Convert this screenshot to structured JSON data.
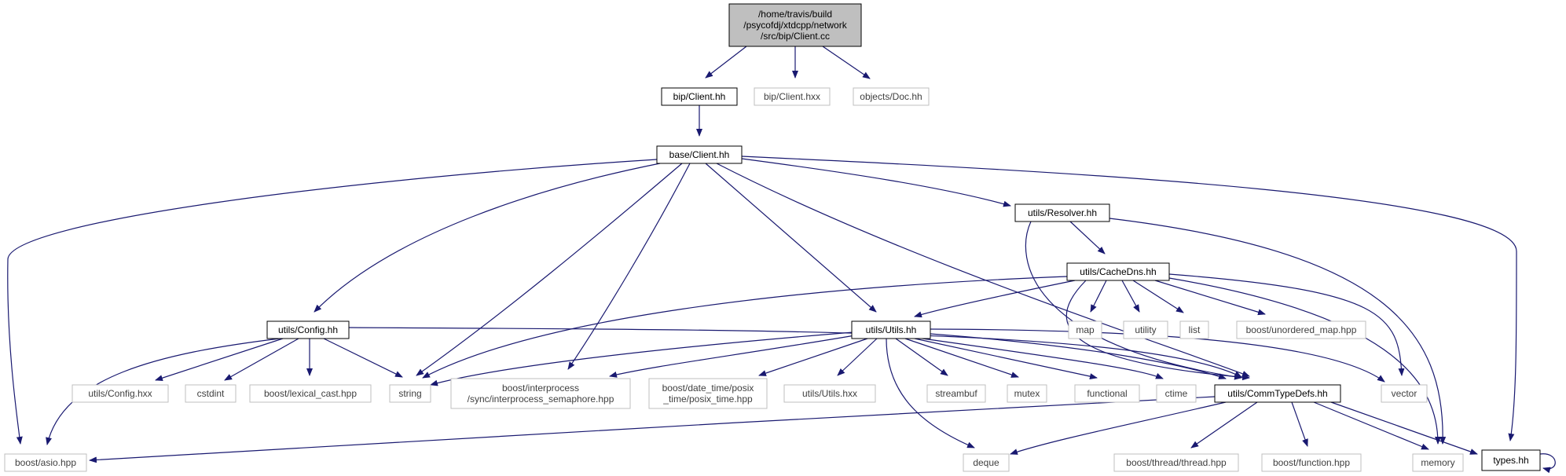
{
  "colors": {
    "edge": "#191970",
    "root_fill": "#bfbfbf",
    "solid_border": "#000000",
    "external_border": "#bfbfbf",
    "external_text": "#3f3f3f",
    "text": "#000000"
  },
  "nodes": {
    "client_cc": {
      "lines": [
        "/home/travis/build",
        "/psycofdj/xtdcpp/network",
        "/src/bip/Client.cc"
      ],
      "kind": "root"
    },
    "bip_client_hh": {
      "lines": [
        "bip/Client.hh"
      ],
      "kind": "documented"
    },
    "bip_client_hxx": {
      "lines": [
        "bip/Client.hxx"
      ],
      "kind": "external"
    },
    "objects_doc_hh": {
      "lines": [
        "objects/Doc.hh"
      ],
      "kind": "external"
    },
    "base_client_hh": {
      "lines": [
        "base/Client.hh"
      ],
      "kind": "documented"
    },
    "utils_resolver_hh": {
      "lines": [
        "utils/Resolver.hh"
      ],
      "kind": "documented"
    },
    "utils_cachedns_hh": {
      "lines": [
        "utils/CacheDns.hh"
      ],
      "kind": "documented"
    },
    "utils_config_hh": {
      "lines": [
        "utils/Config.hh"
      ],
      "kind": "documented"
    },
    "utils_utils_hh": {
      "lines": [
        "utils/Utils.hh"
      ],
      "kind": "documented"
    },
    "utils_commtypedefs_hh": {
      "lines": [
        "utils/CommTypeDefs.hh"
      ],
      "kind": "documented"
    },
    "types_hh": {
      "lines": [
        "types.hh"
      ],
      "kind": "documented"
    },
    "map": {
      "lines": [
        "map"
      ],
      "kind": "external"
    },
    "utility": {
      "lines": [
        "utility"
      ],
      "kind": "external"
    },
    "list": {
      "lines": [
        "list"
      ],
      "kind": "external"
    },
    "boost_unordered_map": {
      "lines": [
        "boost/unordered_map.hpp"
      ],
      "kind": "external"
    },
    "utils_config_hxx": {
      "lines": [
        "utils/Config.hxx"
      ],
      "kind": "external"
    },
    "cstdint": {
      "lines": [
        "cstdint"
      ],
      "kind": "external"
    },
    "boost_lexical_cast": {
      "lines": [
        "boost/lexical_cast.hpp"
      ],
      "kind": "external"
    },
    "string": {
      "lines": [
        "string"
      ],
      "kind": "external"
    },
    "boost_interprocess": {
      "lines": [
        "boost/interprocess",
        "/sync/interprocess_semaphore.hpp"
      ],
      "kind": "external"
    },
    "boost_date_time": {
      "lines": [
        "boost/date_time/posix",
        "_time/posix_time.hpp"
      ],
      "kind": "external"
    },
    "utils_utils_hxx": {
      "lines": [
        "utils/Utils.hxx"
      ],
      "kind": "external"
    },
    "streambuf": {
      "lines": [
        "streambuf"
      ],
      "kind": "external"
    },
    "mutex": {
      "lines": [
        "mutex"
      ],
      "kind": "external"
    },
    "functional": {
      "lines": [
        "functional"
      ],
      "kind": "external"
    },
    "ctime": {
      "lines": [
        "ctime"
      ],
      "kind": "external"
    },
    "vector": {
      "lines": [
        "vector"
      ],
      "kind": "external"
    },
    "boost_asio": {
      "lines": [
        "boost/asio.hpp"
      ],
      "kind": "external"
    },
    "deque": {
      "lines": [
        "deque"
      ],
      "kind": "external"
    },
    "boost_thread": {
      "lines": [
        "boost/thread/thread.hpp"
      ],
      "kind": "external"
    },
    "boost_function": {
      "lines": [
        "boost/function.hpp"
      ],
      "kind": "external"
    },
    "memory": {
      "lines": [
        "memory"
      ],
      "kind": "external"
    }
  },
  "edges": [
    [
      "client_cc",
      "bip_client_hh"
    ],
    [
      "client_cc",
      "bip_client_hxx"
    ],
    [
      "client_cc",
      "objects_doc_hh"
    ],
    [
      "bip_client_hh",
      "base_client_hh"
    ],
    [
      "base_client_hh",
      "boost_asio"
    ],
    [
      "base_client_hh",
      "utils_config_hh"
    ],
    [
      "base_client_hh",
      "string"
    ],
    [
      "base_client_hh",
      "boost_interprocess"
    ],
    [
      "base_client_hh",
      "utils_utils_hh"
    ],
    [
      "base_client_hh",
      "utils_commtypedefs_hh"
    ],
    [
      "base_client_hh",
      "utils_resolver_hh"
    ],
    [
      "base_client_hh",
      "types_hh"
    ],
    [
      "utils_resolver_hh",
      "utils_cachedns_hh"
    ],
    [
      "utils_resolver_hh",
      "utils_commtypedefs_hh"
    ],
    [
      "utils_resolver_hh",
      "memory"
    ],
    [
      "utils_cachedns_hh",
      "string"
    ],
    [
      "utils_cachedns_hh",
      "utils_utils_hh"
    ],
    [
      "utils_cachedns_hh",
      "utils_commtypedefs_hh"
    ],
    [
      "utils_cachedns_hh",
      "map"
    ],
    [
      "utils_cachedns_hh",
      "utility"
    ],
    [
      "utils_cachedns_hh",
      "list"
    ],
    [
      "utils_cachedns_hh",
      "boost_unordered_map"
    ],
    [
      "utils_cachedns_hh",
      "vector"
    ],
    [
      "utils_cachedns_hh",
      "memory"
    ],
    [
      "utils_config_hh",
      "boost_asio"
    ],
    [
      "utils_config_hh",
      "utils_config_hxx"
    ],
    [
      "utils_config_hh",
      "cstdint"
    ],
    [
      "utils_config_hh",
      "boost_lexical_cast"
    ],
    [
      "utils_config_hh",
      "string"
    ],
    [
      "utils_config_hh",
      "utils_commtypedefs_hh"
    ],
    [
      "utils_utils_hh",
      "string"
    ],
    [
      "utils_utils_hh",
      "boost_interprocess"
    ],
    [
      "utils_utils_hh",
      "boost_date_time"
    ],
    [
      "utils_utils_hh",
      "utils_utils_hxx"
    ],
    [
      "utils_utils_hh",
      "deque"
    ],
    [
      "utils_utils_hh",
      "streambuf"
    ],
    [
      "utils_utils_hh",
      "mutex"
    ],
    [
      "utils_utils_hh",
      "functional"
    ],
    [
      "utils_utils_hh",
      "ctime"
    ],
    [
      "utils_utils_hh",
      "utils_commtypedefs_hh"
    ],
    [
      "utils_utils_hh",
      "vector"
    ],
    [
      "utils_commtypedefs_hh",
      "boost_asio"
    ],
    [
      "utils_commtypedefs_hh",
      "deque"
    ],
    [
      "utils_commtypedefs_hh",
      "boost_thread"
    ],
    [
      "utils_commtypedefs_hh",
      "boost_function"
    ],
    [
      "utils_commtypedefs_hh",
      "memory"
    ],
    [
      "utils_commtypedefs_hh",
      "types_hh"
    ],
    [
      "types_hh",
      "types_hh"
    ]
  ]
}
